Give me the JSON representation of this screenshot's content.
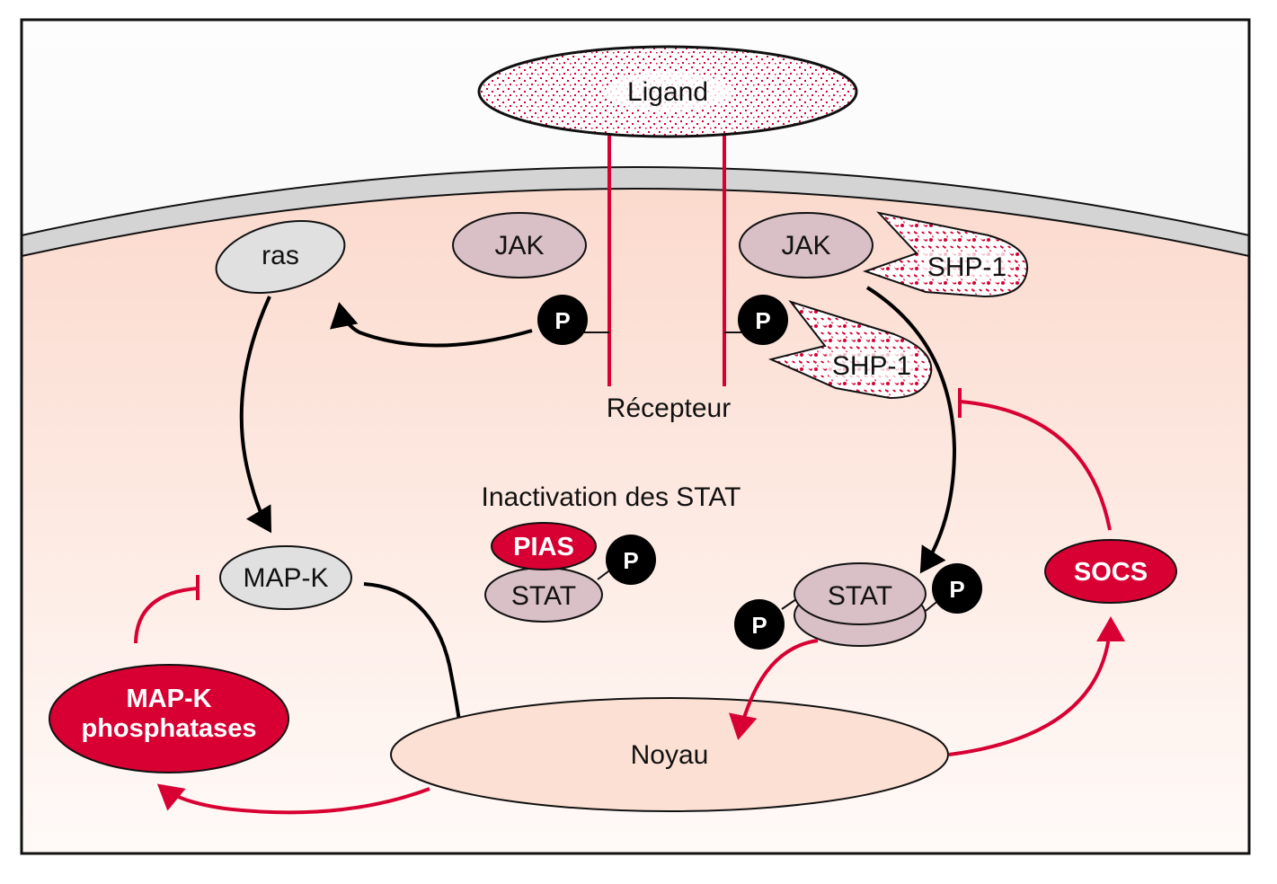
{
  "diagram": {
    "colors": {
      "accent_red": "#d80032",
      "cytoplasm": "#fce3d8",
      "extracellular": "#f4f4f4",
      "membrane": "#d4d4d4",
      "jak_stat": "#d9bfc6",
      "ras_mapk": "#e0e0e0",
      "phospho": "#000000"
    },
    "labels": {
      "ligand": "Ligand",
      "ras": "ras",
      "jak_left": "JAK",
      "jak_right": "JAK",
      "shp1_top": "SHP-1",
      "shp1_bottom": "SHP-1",
      "receptor": "Récepteur",
      "inactivation_title": "Inactivation des STAT",
      "pias": "PIAS",
      "stat_inactive": "STAT",
      "stat_active": "STAT",
      "mapk": "MAP-K",
      "mapk_phosphatases_line1": "MAP-K",
      "mapk_phosphatases_line2": "phosphatases",
      "socs": "SOCS",
      "noyau": "Noyau",
      "phospho": "P"
    },
    "relations": [
      {
        "from": "receptor-P-left",
        "to": "ras",
        "type": "activation"
      },
      {
        "from": "ras",
        "to": "MAP-K",
        "type": "activation"
      },
      {
        "from": "MAP-K",
        "to": "Noyau",
        "type": "activation"
      },
      {
        "from": "Noyau",
        "to": "MAP-K phosphatases",
        "type": "induction"
      },
      {
        "from": "MAP-K phosphatases",
        "to": "MAP-K",
        "type": "inhibition"
      },
      {
        "from": "JAK/receptor-P-right",
        "to": "STAT",
        "type": "activation"
      },
      {
        "from": "STAT",
        "to": "Noyau",
        "type": "induction"
      },
      {
        "from": "Noyau",
        "to": "SOCS",
        "type": "induction"
      },
      {
        "from": "SOCS",
        "to": "JAK-STAT pathway",
        "type": "inhibition"
      }
    ]
  }
}
